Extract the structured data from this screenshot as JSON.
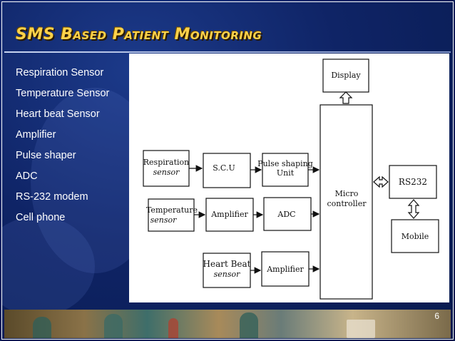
{
  "slide": {
    "title": "SMS Based Patient Monitoring",
    "page_number": "6"
  },
  "bullets": [
    "Respiration Sensor",
    "Temperature Sensor",
    "Heart beat Sensor",
    "Amplifier",
    "Pulse shaper",
    "ADC",
    "RS-232 modem",
    "Cell phone"
  ],
  "diagram": {
    "blocks": {
      "display": "Display",
      "respiration_sensor": [
        "Respiration",
        "sensor"
      ],
      "scu": "S.C.U",
      "pulse_shaping_unit": [
        "Pulse shaping",
        "Unit"
      ],
      "temperature_sensor": [
        "Temperature",
        "sensor"
      ],
      "amplifier_1": "Amplifier",
      "adc": "ADC",
      "microcontroller": [
        "Micro",
        "controller"
      ],
      "rs232": "RS232",
      "mobile": "Mobile",
      "heart_beat_sensor": [
        "Heart Beat",
        "sensor"
      ],
      "amplifier_2": "Amplifier"
    }
  },
  "colors": {
    "title": "#ffd24a",
    "background": "#0f2466",
    "text": "#ffffff"
  }
}
